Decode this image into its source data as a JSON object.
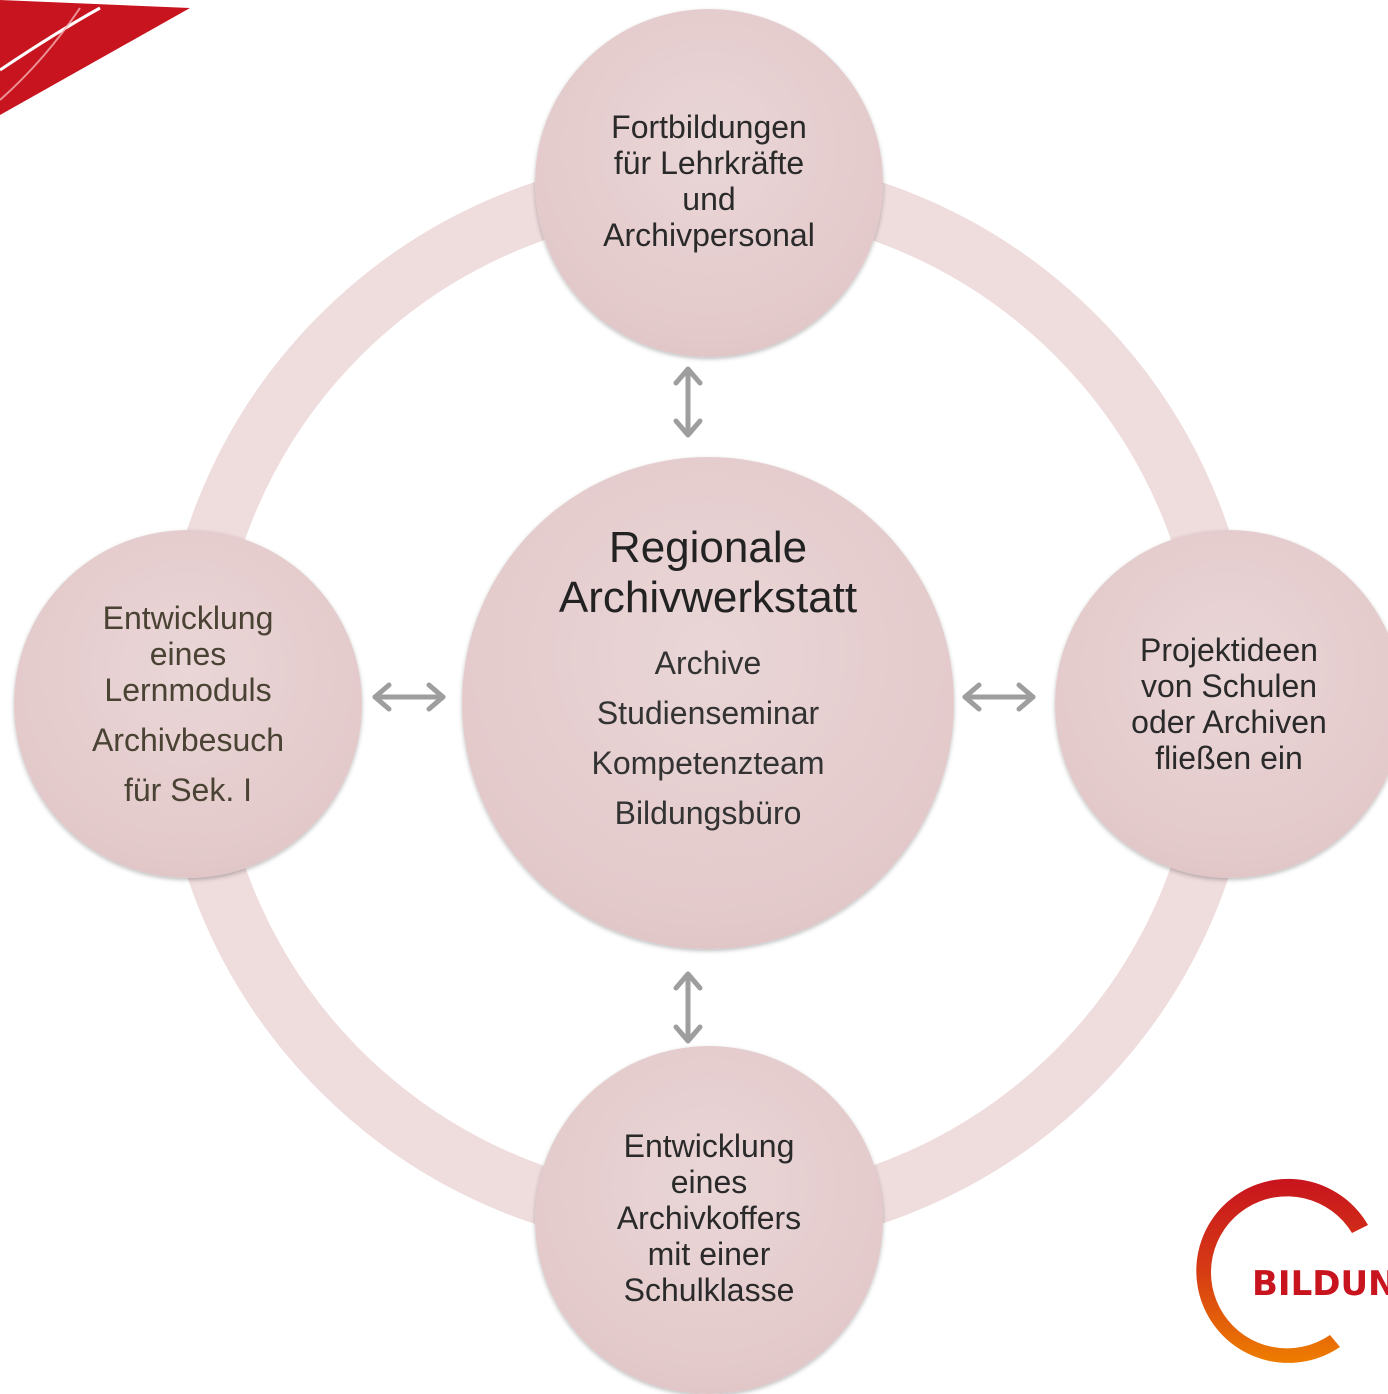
{
  "colors": {
    "ring": "#efdcdd",
    "circle_fill": "#e5cdce",
    "arrow": "#9e9e9e",
    "accent_red": "#c8141e",
    "logo_orange": "#ee7d00",
    "logo_text": "#c8141e"
  },
  "center": {
    "title_line1": "Regionale",
    "title_line2": "Archivwerkstatt",
    "members": [
      "Archive",
      "Studienseminar",
      "Kompetenzteam",
      "Bildungsbüro"
    ]
  },
  "top": {
    "lines": [
      "Fortbildungen",
      "für Lehrkräfte",
      "und",
      "Archivpersonal"
    ]
  },
  "left": {
    "lines": [
      "Entwicklung",
      "eines",
      "Lernmoduls",
      "Archivbesuch",
      "für Sek. I"
    ]
  },
  "right": {
    "lines": [
      "Projektideen",
      "von Schulen",
      "oder Archiven",
      "fließen ein"
    ]
  },
  "bottom": {
    "lines": [
      "Entwicklung",
      "eines",
      "Archivkoffers",
      "mit einer",
      "Schulklasse"
    ]
  },
  "logo": {
    "text": "BILDUN"
  },
  "icons": {
    "arrow": "double-headed-arrow-icon",
    "corner": "corner-swoosh-icon",
    "logo": "bildung-logo-icon"
  }
}
